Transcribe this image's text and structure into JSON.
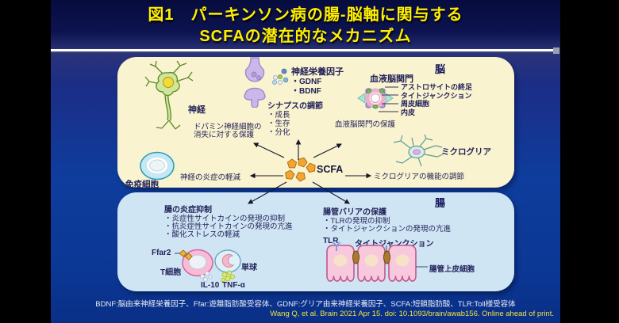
{
  "colors": {
    "letterbox": "#000000",
    "slide_top_navy": "#0a1047",
    "slide_blue": "#0d3e9d",
    "title_text": "#ffef00",
    "brain_panel_bg": "#f9f3cf",
    "gut_panel_bg": "#cfe5f4",
    "body_text": "#23235a",
    "abbrev_text": "#e9e9f2",
    "citation_text": "#f0e23c",
    "scfa_orange": "#f4a52f"
  },
  "title": {
    "line1": "図1　パーキンソン病の腸-脳軸に関与する",
    "line2": "SCFAの潜在的なメカニズム"
  },
  "brain": {
    "region_label": "脳",
    "neuron_label": "神経",
    "dopamine_note": {
      "line1": "ドパミン神経細胞の",
      "line2": "消失に対する保護"
    },
    "trophic": {
      "heading": "神経栄養因子",
      "items": [
        "・GDNF",
        "・BDNF"
      ]
    },
    "synapse": {
      "heading": "シナプスの調節",
      "items": [
        "・成長",
        "・生存",
        "・分化"
      ]
    },
    "bbb": {
      "heading": "血液脳関門",
      "labels": [
        "アストロサイトの終足",
        "タイトジャンクション",
        "周皮細胞",
        "内皮"
      ],
      "protection_note": "血液脳関門の保護"
    },
    "microglia_label": "ミクログリア",
    "microglia_note": "ミクログリアの機能の調節",
    "immune_label": "免疫細胞",
    "immune_note": "神経の炎症の軽減",
    "scfa_label": "SCFA"
  },
  "gut": {
    "region_label": "腸",
    "inflammation": {
      "heading": "腸の炎症抑制",
      "items": [
        "・炎症性サイトカインの発現の抑制",
        "・抗炎症性サイトカインの発現の亢進",
        "・酸化ストレスの軽減"
      ]
    },
    "barrier": {
      "heading": "腸管バリアの保護",
      "items": [
        "・TLRの発現の抑制",
        "・タイトジャンクションの発現の亢進"
      ]
    },
    "ffar2_label": "Ffar2",
    "tcell_label": "T細胞",
    "monocyte_label": "単球",
    "il10_label": "IL-10",
    "tnfa_label": "TNF-α",
    "tlr_label": "TLR",
    "tight_junction_label": "タイトジャンクション",
    "epithelium_label": "腸管上皮細胞"
  },
  "footer": {
    "abbreviations": "BDNF:脳由来神経栄養因子、Ffar:遊離脂肪酸受容体、GDNF:グリア由来神経栄養因子、SCFA:短鎖脂肪酸、TLR:Toll様受容体",
    "citation": "Wang Q, et al. Brain 2021 Apr 15. doi: 10.1093/brain/awab156.  Online ahead of print."
  }
}
